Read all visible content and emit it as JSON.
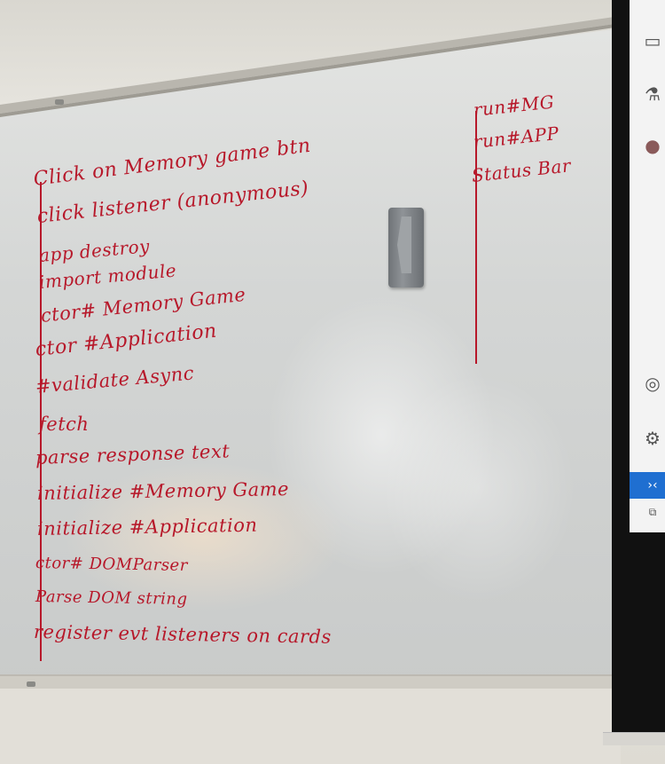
{
  "whiteboard": {
    "ink_color": "#b7182a",
    "left_column": [
      "Click on Memory game btn",
      "click listener (anonymous)",
      "app destroy",
      "import module",
      "ctor# Memory Game",
      "ctor #Application",
      "#validate Async",
      "fetch",
      "parse response text",
      "initialize #Memory Game",
      "initialize #Application",
      "ctor# DOMParser",
      "Parse DOM string",
      "register evt listeners on cards"
    ],
    "right_column": [
      "run#MG",
      "run#APP",
      "Status Bar"
    ]
  },
  "monitor": {
    "accent_color": "#1f6fd1",
    "icons": [
      "laptop-icon",
      "flask-icon",
      "docker-icon",
      "account-icon",
      "gear-icon",
      "remote-icon",
      "window-icon"
    ]
  }
}
